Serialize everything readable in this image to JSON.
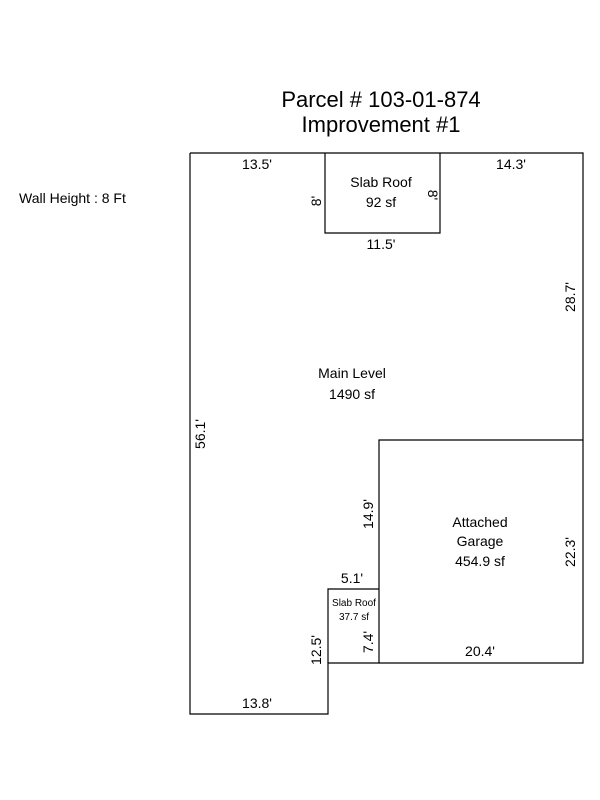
{
  "title": "Parcel # 103-01-874",
  "subtitle": "Improvement #1",
  "wall_height": "Wall Height : 8 Ft",
  "rooms": {
    "slab_roof_top": {
      "name": "Slab Roof",
      "area": "92 sf"
    },
    "main_level": {
      "name": "Main Level",
      "area": "1490 sf"
    },
    "garage": {
      "name_line1": "Attached",
      "name_line2": "Garage",
      "area": "454.9 sf"
    },
    "slab_roof_small": {
      "name": "Slab Roof",
      "area": "37.7 sf"
    }
  },
  "dimensions": {
    "top_left": "13.5'",
    "top_right": "14.3'",
    "slab_left": "8'",
    "slab_right": "8'",
    "slab_bottom": "11.5'",
    "right_upper": "28.7'",
    "left": "56.1'",
    "garage_left": "14.9'",
    "garage_right": "22.3'",
    "small_top": "5.1'",
    "small_right": "7.4'",
    "small_left": "12.5'",
    "garage_bottom": "20.4'",
    "bottom": "13.8'"
  }
}
